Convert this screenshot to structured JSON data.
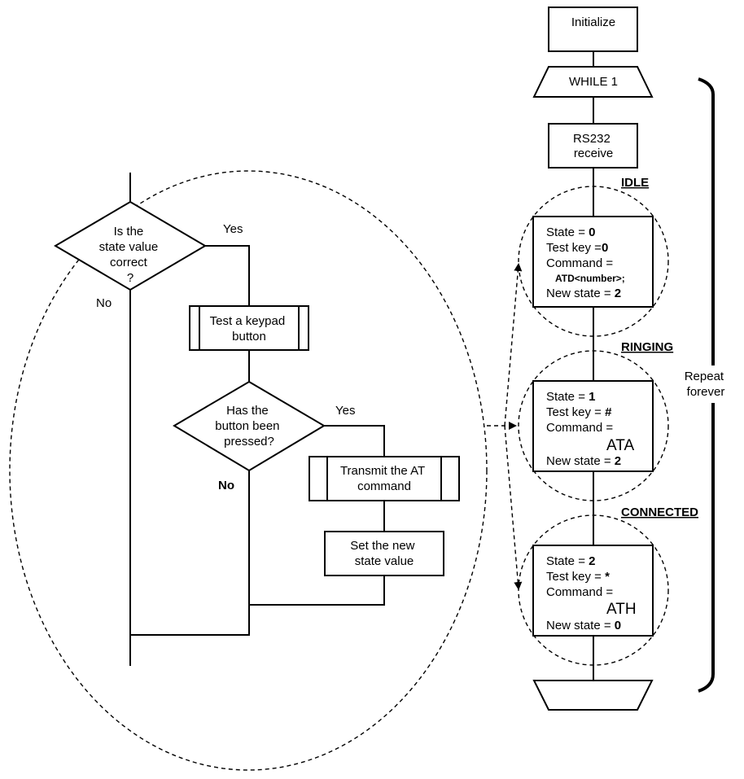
{
  "left": {
    "decision_state": [
      "Is the",
      "state value",
      "correct",
      "?"
    ],
    "decision_state_yes": "Yes",
    "decision_state_no": "No",
    "test_keypad": [
      "Test a keypad",
      "button"
    ],
    "decision_pressed": [
      "Has the",
      "button been",
      "pressed?"
    ],
    "decision_pressed_yes": "Yes",
    "decision_pressed_no": "No",
    "transmit": [
      "Transmit the AT",
      "command"
    ],
    "set_state": [
      "Set the new",
      "state value"
    ]
  },
  "right": {
    "initialize": "Initialize",
    "while": "WHILE 1",
    "rs232": [
      "RS232",
      "receive"
    ],
    "repeat": [
      "Repeat",
      "forever"
    ],
    "states": [
      {
        "label": "IDLE",
        "state_prefix": "State = ",
        "state_value": "0",
        "key_prefix": "Test key =",
        "key_value": "0",
        "command_prefix": "Command =",
        "command_value": "ATD<number>;",
        "new_prefix": "New state = ",
        "new_value": "2"
      },
      {
        "label": "RINGING",
        "state_prefix": "State = ",
        "state_value": "1",
        "key_prefix": "Test key = ",
        "key_value": "#",
        "command_prefix": "Command =",
        "command_value": "ATA",
        "new_prefix": "New state = ",
        "new_value": "2"
      },
      {
        "label": "CONNECTED",
        "state_prefix": "State = ",
        "state_value": "2",
        "key_prefix": "Test key = ",
        "key_value": "*",
        "command_prefix": "Command =",
        "command_value": "ATH",
        "new_prefix": "New state = ",
        "new_value": "0"
      }
    ]
  }
}
